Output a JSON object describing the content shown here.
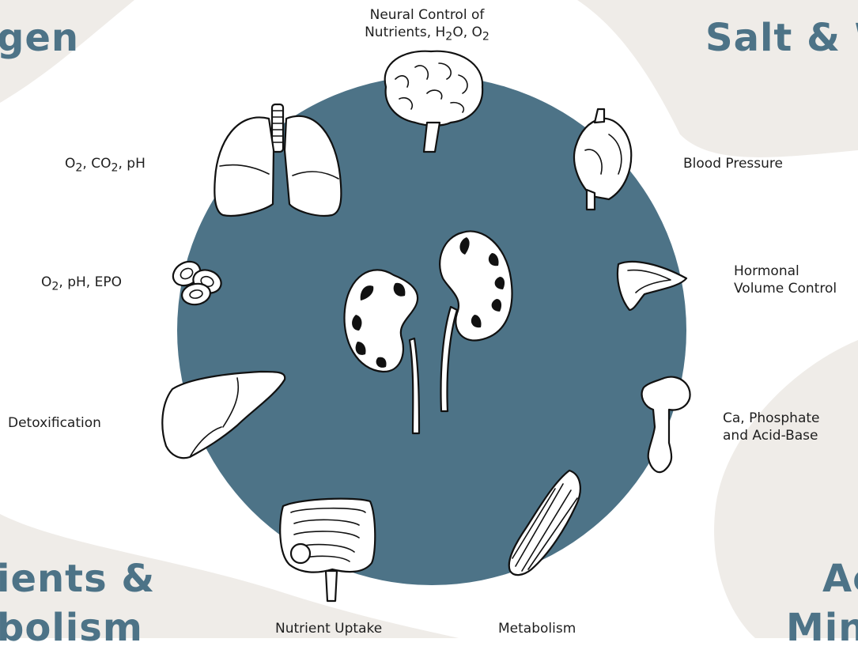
{
  "colors": {
    "background": "#ffffff",
    "region_fill": "#efece8",
    "circle_fill": "#4d7387",
    "region_text": "#4d7387",
    "label_text": "#1e1e1e",
    "outline": "#111111"
  },
  "regions": {
    "oxygen": "gen",
    "salt_water": "Salt & W",
    "nutrients_line1": "ients &",
    "nutrients_line2": "bolism",
    "acid_line1": "Ac",
    "acid_line2": "Min"
  },
  "labels": {
    "neural_line1": "Neural Control of",
    "neural_line2": {
      "a": "Nutrients, H",
      "b": "2",
      "c": "O, O",
      "d": "2"
    },
    "gas": {
      "a": "O",
      "b": "2",
      "c": ", CO",
      "d": "2",
      "e": ", pH"
    },
    "blood": {
      "a": "O",
      "b": "2",
      "c": ", pH, EPO"
    },
    "blood_pressure": "Blood Pressure",
    "hormonal_line1": "Hormonal",
    "hormonal_line2": "Volume Control",
    "detox": "Detoxification",
    "bone_line1": "Ca, Phosphate",
    "bone_line2": "and Acid-Base",
    "nutrient_uptake": "Nutrient Uptake",
    "metabolism": "Metabolism"
  },
  "icons": {
    "center": "kidneys-icon",
    "brain": "brain-icon",
    "lungs": "lungs-icon",
    "heart": "heart-icon",
    "blood_cells": "red-blood-cells-icon",
    "adrenal": "adrenal-gland-icon",
    "liver": "liver-icon",
    "bone": "femur-bone-icon",
    "intestines": "intestines-icon",
    "muscle": "muscle-icon"
  }
}
